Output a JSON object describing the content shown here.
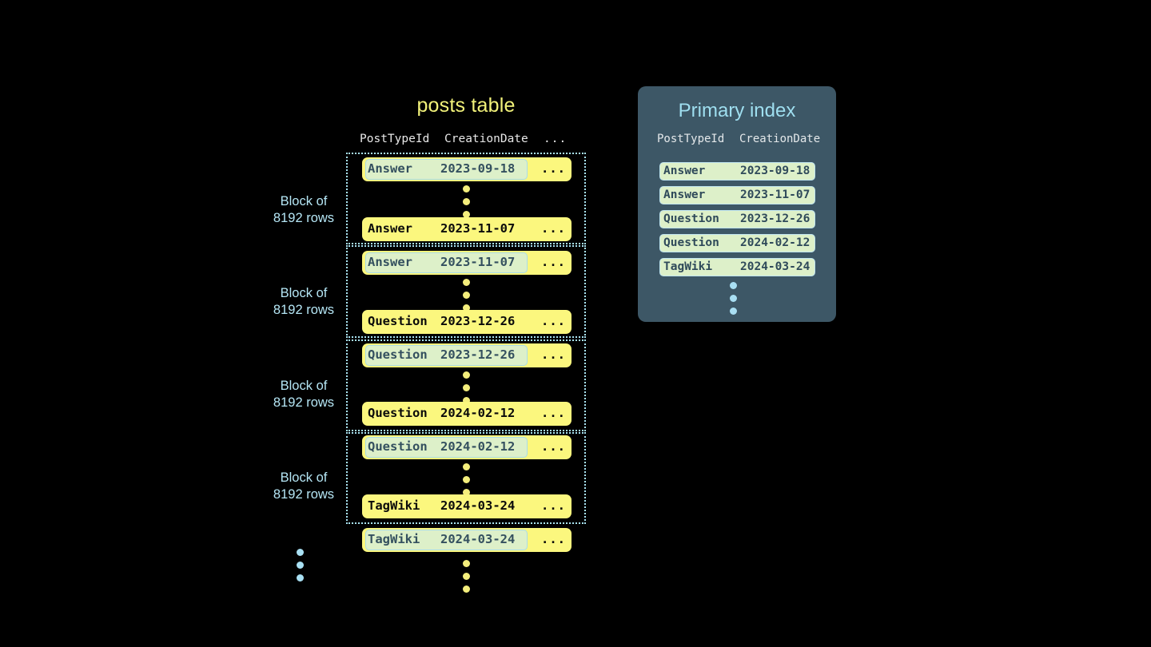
{
  "colors": {
    "background": "#000000",
    "row_yellow": "#fbf77e",
    "highlight_green": "#ddf0c9",
    "highlight_border": "#a9dce9",
    "accent_blue": "#a9e3f2",
    "title_yellow": "#f2f27a",
    "panel_slate": "#3d5766",
    "panel_title_blue": "#9fdff0"
  },
  "posts_table": {
    "title": "posts table",
    "columns": [
      "PostTypeId",
      "CreationDate",
      "..."
    ],
    "ellipsis_cell": "...",
    "block_label_line1": "Block of",
    "block_label_line2": "8192 rows",
    "blocks": [
      {
        "label_line1": "Block of",
        "label_line2": "8192 rows",
        "first_row": {
          "type": "Answer",
          "date": "2023-09-18",
          "highlighted": true
        },
        "last_row": {
          "type": "Answer",
          "date": "2023-11-07",
          "highlighted": false
        }
      },
      {
        "label_line1": "Block of",
        "label_line2": "8192 rows",
        "first_row": {
          "type": "Answer",
          "date": "2023-11-07",
          "highlighted": true
        },
        "last_row": {
          "type": "Question",
          "date": "2023-12-26",
          "highlighted": false
        }
      },
      {
        "label_line1": "Block of",
        "label_line2": "8192 rows",
        "first_row": {
          "type": "Question",
          "date": "2023-12-26",
          "highlighted": true
        },
        "last_row": {
          "type": "Question",
          "date": "2024-02-12",
          "highlighted": false
        }
      },
      {
        "label_line1": "Block of",
        "label_line2": "8192 rows",
        "first_row": {
          "type": "Question",
          "date": "2024-02-12",
          "highlighted": true
        },
        "last_row": {
          "type": "TagWiki",
          "date": "2024-03-24",
          "highlighted": false
        }
      }
    ],
    "trailing_row": {
      "type": "TagWiki",
      "date": "2024-03-24",
      "highlighted": true
    }
  },
  "primary_index": {
    "title": "Primary index",
    "columns": [
      "PostTypeId",
      "CreationDate"
    ],
    "rows": [
      {
        "type": "Answer",
        "date": "2023-09-18"
      },
      {
        "type": "Answer",
        "date": "2023-11-07"
      },
      {
        "type": "Question",
        "date": "2023-12-26"
      },
      {
        "type": "Question",
        "date": "2024-02-12"
      },
      {
        "type": "TagWiki",
        "date": "2024-03-24"
      }
    ]
  }
}
